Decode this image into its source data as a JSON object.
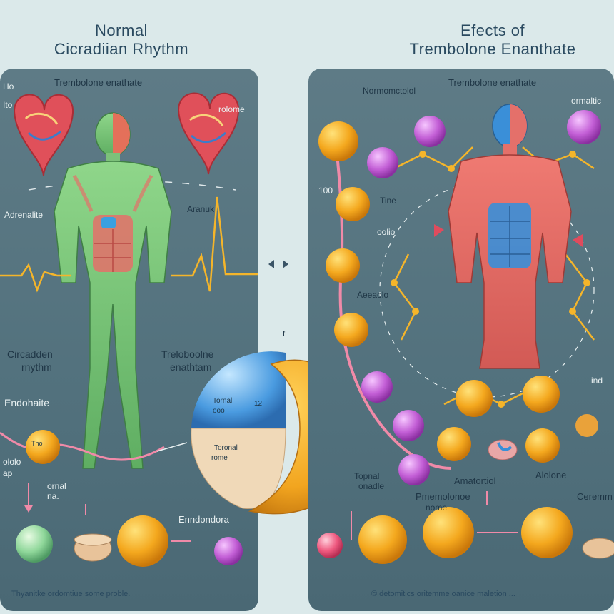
{
  "titles": {
    "left_line1": "Normal",
    "left_line2": "Cicradiian Rhythm",
    "right_line1": "Efects of",
    "right_line2": "Trembolone Enanthate"
  },
  "left_panel": {
    "top_label": "Trembolone enathate",
    "label_ho": "Ho",
    "label_ito": "Ito",
    "label_rolome": "rolome",
    "label_adrenalite": "Adrenalite",
    "label_aranuk": "Aranuk",
    "label_circadian_1": "Circadden",
    "label_circadian_2": "rnythm",
    "label_tren_1": "Treloboolne",
    "label_tren_2": "enathtam",
    "label_endohaite": "Endohaite",
    "label_ololo": "ololo",
    "label_ap": "ap",
    "label_ornal": "ornal",
    "label_ornal_sub": "na.",
    "ball_tho": "Tho",
    "bottom_label": "Enndondora"
  },
  "center": {
    "sphere_blue_1": "Tornal",
    "sphere_blue_2": "ooo",
    "sphere_blue_3": "12",
    "sphere_beige_1": "Toronal",
    "sphere_beige_2": "rome",
    "mark": "t"
  },
  "right_panel": {
    "top_label": "Trembolone enathate",
    "label_normo": "Normomctolol",
    "label_ormaltic": "ormaltic",
    "label_tine": "Tine",
    "label_oolio": "oolio",
    "label_aeolo": "Aeeaolo",
    "label_100": "100",
    "label_ind": "ind",
    "label_amato": "Amatortiol",
    "label_aloione": "Alolone",
    "label_pmolone": "Pmemolonoe",
    "label_pmolone_2": "nome",
    "label_cerem": "Ceremm",
    "label_topnal": "Topnal",
    "label_topnal_2": "onadle"
  },
  "footer": {
    "left": "Thyanitke ordomtiue some proble.",
    "right": "© detomitics oritemme oanice maletion ..."
  },
  "colors": {
    "panel": "#56747f",
    "background": "#dbe9ea",
    "orange_ball": "#f2a51f",
    "purple_ball": "#c35fd6",
    "pink_link": "#f08aa8",
    "pulse_line": "#f5b52a"
  }
}
